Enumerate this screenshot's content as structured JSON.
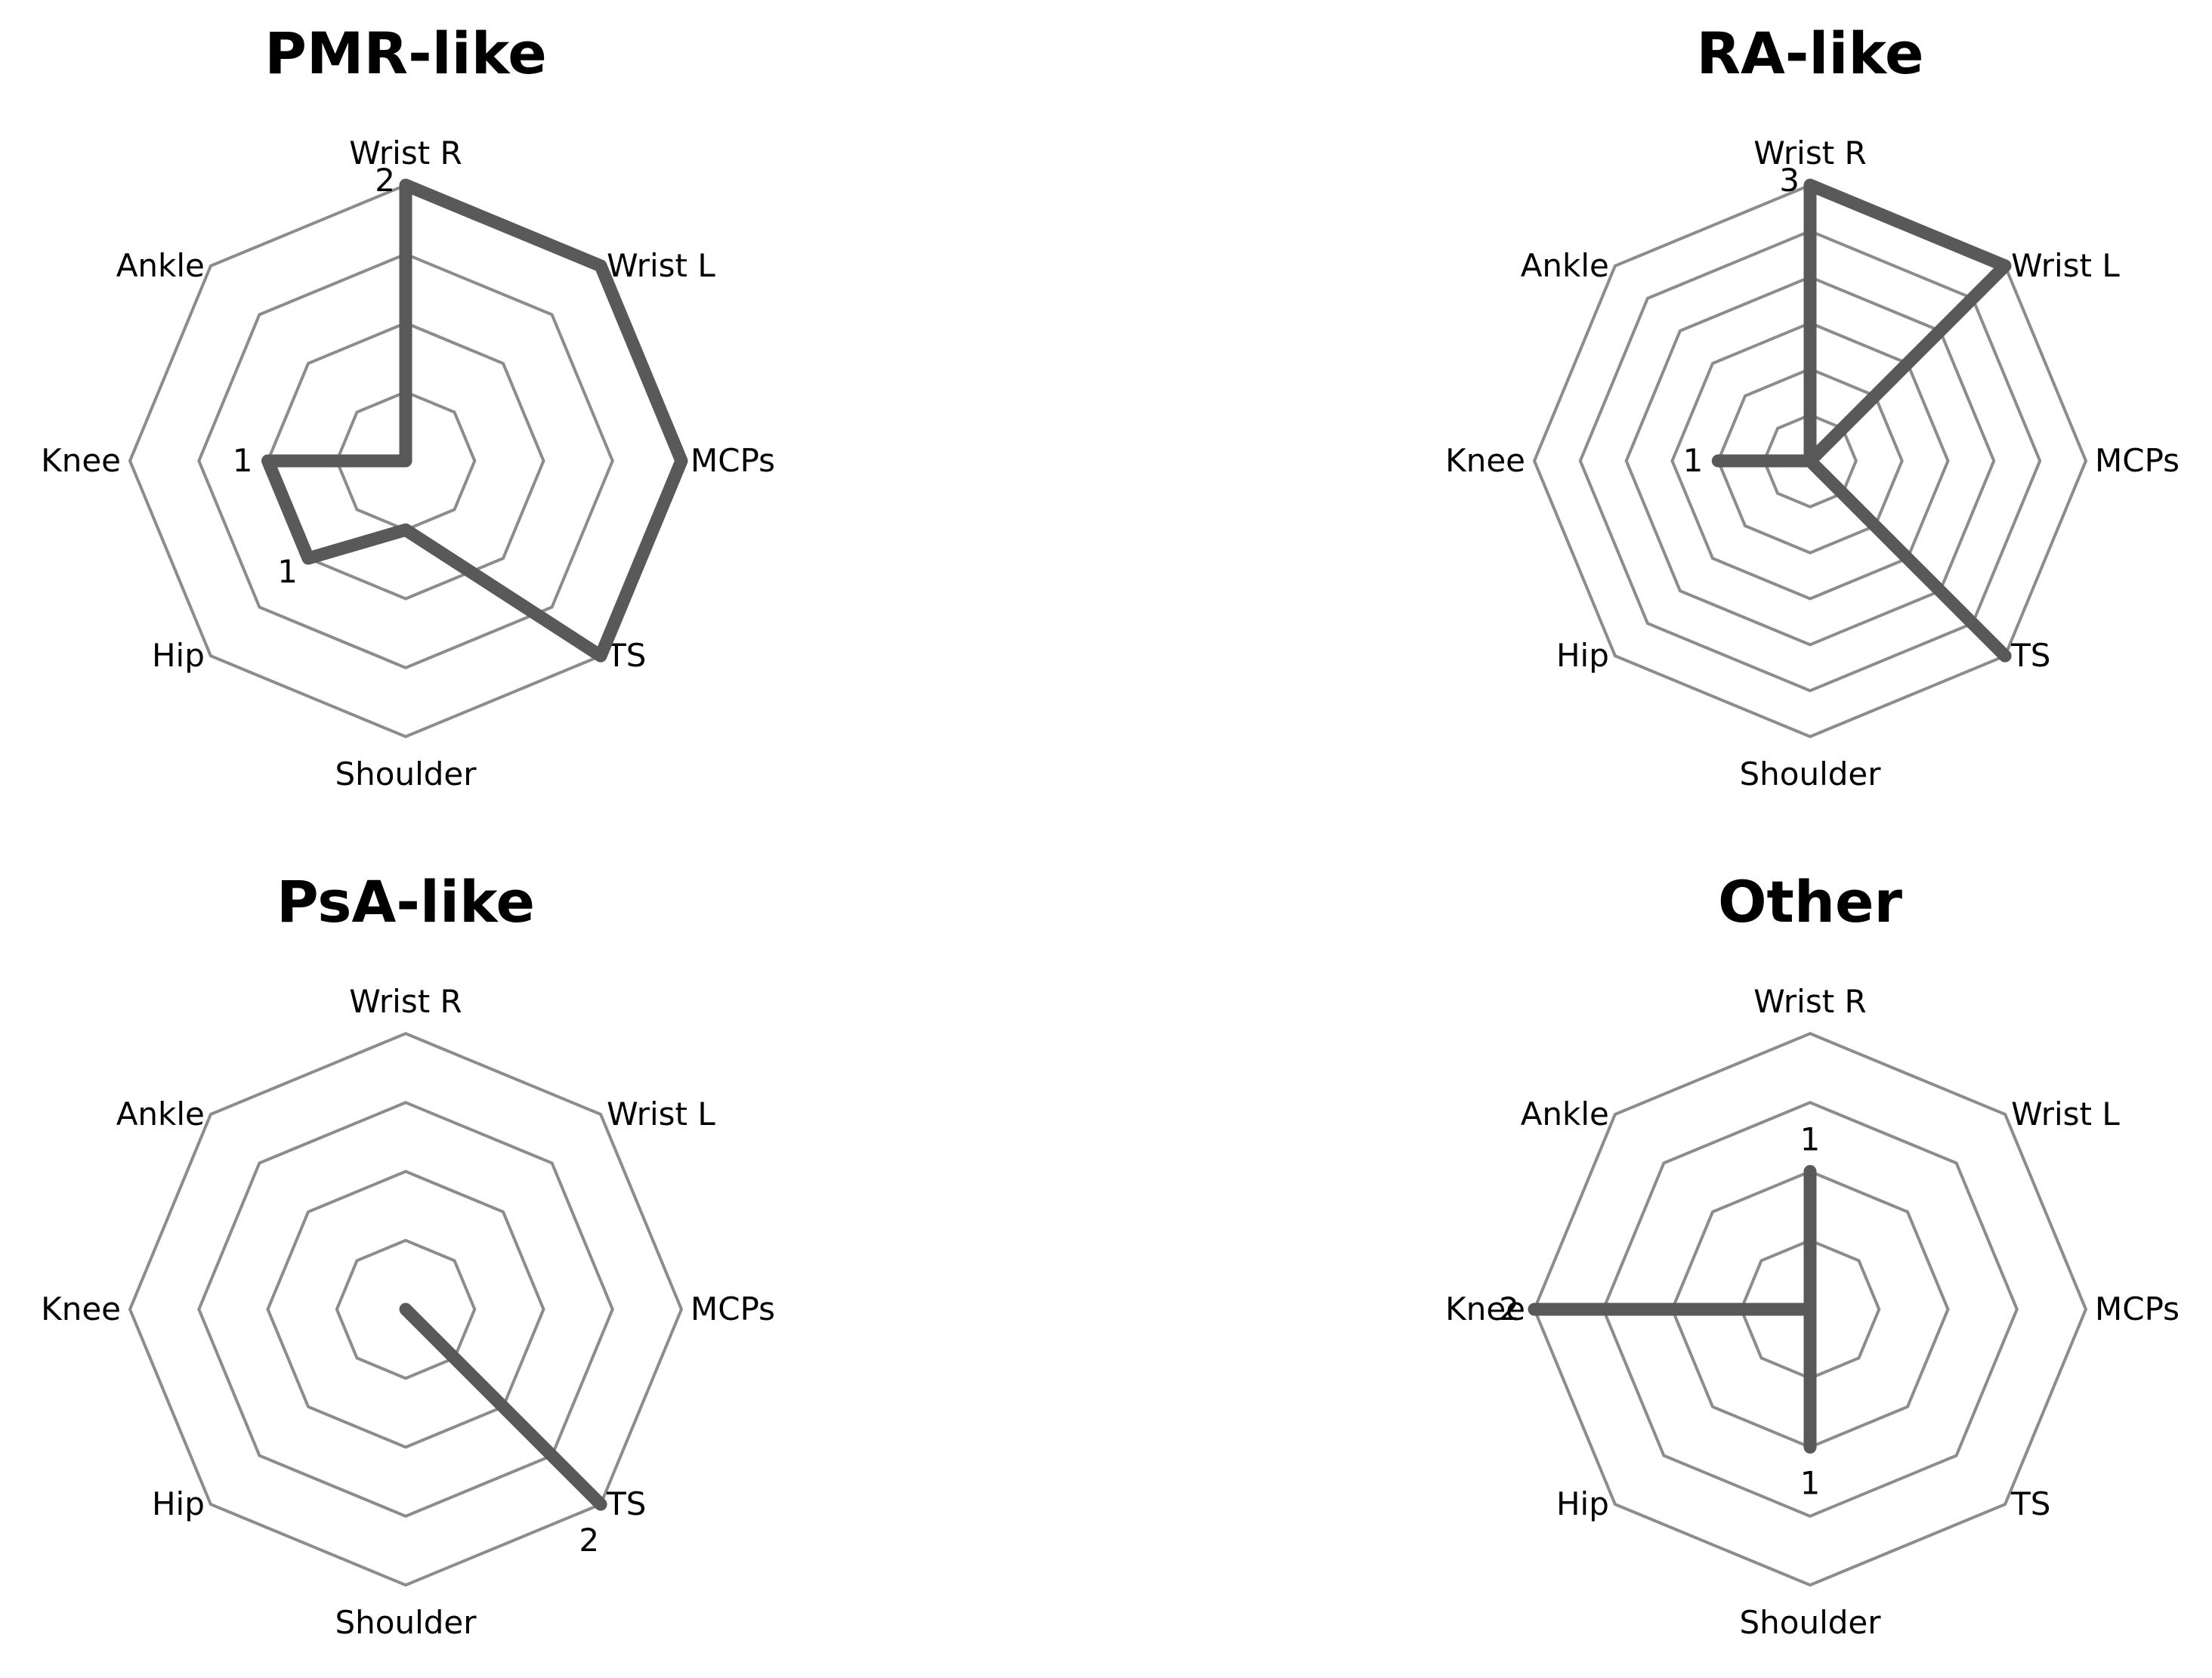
{
  "chart_data": [
    {
      "type": "radar",
      "title": "PMR-like",
      "categories": [
        "Wrist R",
        "Wrist L",
        "MCPs",
        "TS",
        "Shoulder",
        "Hip",
        "Knee",
        "Ankle"
      ],
      "values": [
        2,
        2,
        2,
        2,
        0.5,
        1,
        1,
        0
      ],
      "max": 2,
      "rings": 4,
      "data_labels": [
        {
          "category": "Wrist R",
          "text": "2"
        },
        {
          "category": "Knee",
          "text": "1"
        },
        {
          "category": "Hip",
          "text": "1"
        }
      ],
      "grid": true,
      "legend": "none"
    },
    {
      "type": "radar",
      "title": "RA-like",
      "categories": [
        "Wrist R",
        "Wrist L",
        "MCPs",
        "TS",
        "Shoulder",
        "Hip",
        "Knee",
        "Ankle"
      ],
      "values": [
        3,
        3,
        0,
        3,
        0,
        0,
        1,
        0
      ],
      "max": 3,
      "rings": 6,
      "data_labels": [
        {
          "category": "Wrist R",
          "text": "3"
        },
        {
          "category": "Knee",
          "text": "1"
        }
      ],
      "grid": true,
      "legend": "none"
    },
    {
      "type": "radar",
      "title": "PsA-like",
      "categories": [
        "Wrist R",
        "Wrist L",
        "MCPs",
        "TS",
        "Shoulder",
        "Hip",
        "Knee",
        "Ankle"
      ],
      "values": [
        0,
        0,
        0,
        2,
        0,
        0,
        0,
        0
      ],
      "max": 2,
      "rings": 4,
      "data_labels": [
        {
          "category": "TS",
          "text": "2"
        }
      ],
      "grid": true,
      "legend": "none"
    },
    {
      "type": "radar",
      "title": "Other",
      "categories": [
        "Wrist R",
        "Wrist L",
        "MCPs",
        "TS",
        "Shoulder",
        "Hip",
        "Knee",
        "Ankle"
      ],
      "values": [
        1,
        0,
        0,
        0,
        1,
        0,
        2,
        0
      ],
      "max": 2,
      "rings": 4,
      "data_labels": [
        {
          "category": "Wrist R",
          "text": "1"
        },
        {
          "category": "Shoulder",
          "text": "1"
        },
        {
          "category": "Knee",
          "text": "2"
        }
      ],
      "grid": true,
      "legend": "none"
    }
  ]
}
